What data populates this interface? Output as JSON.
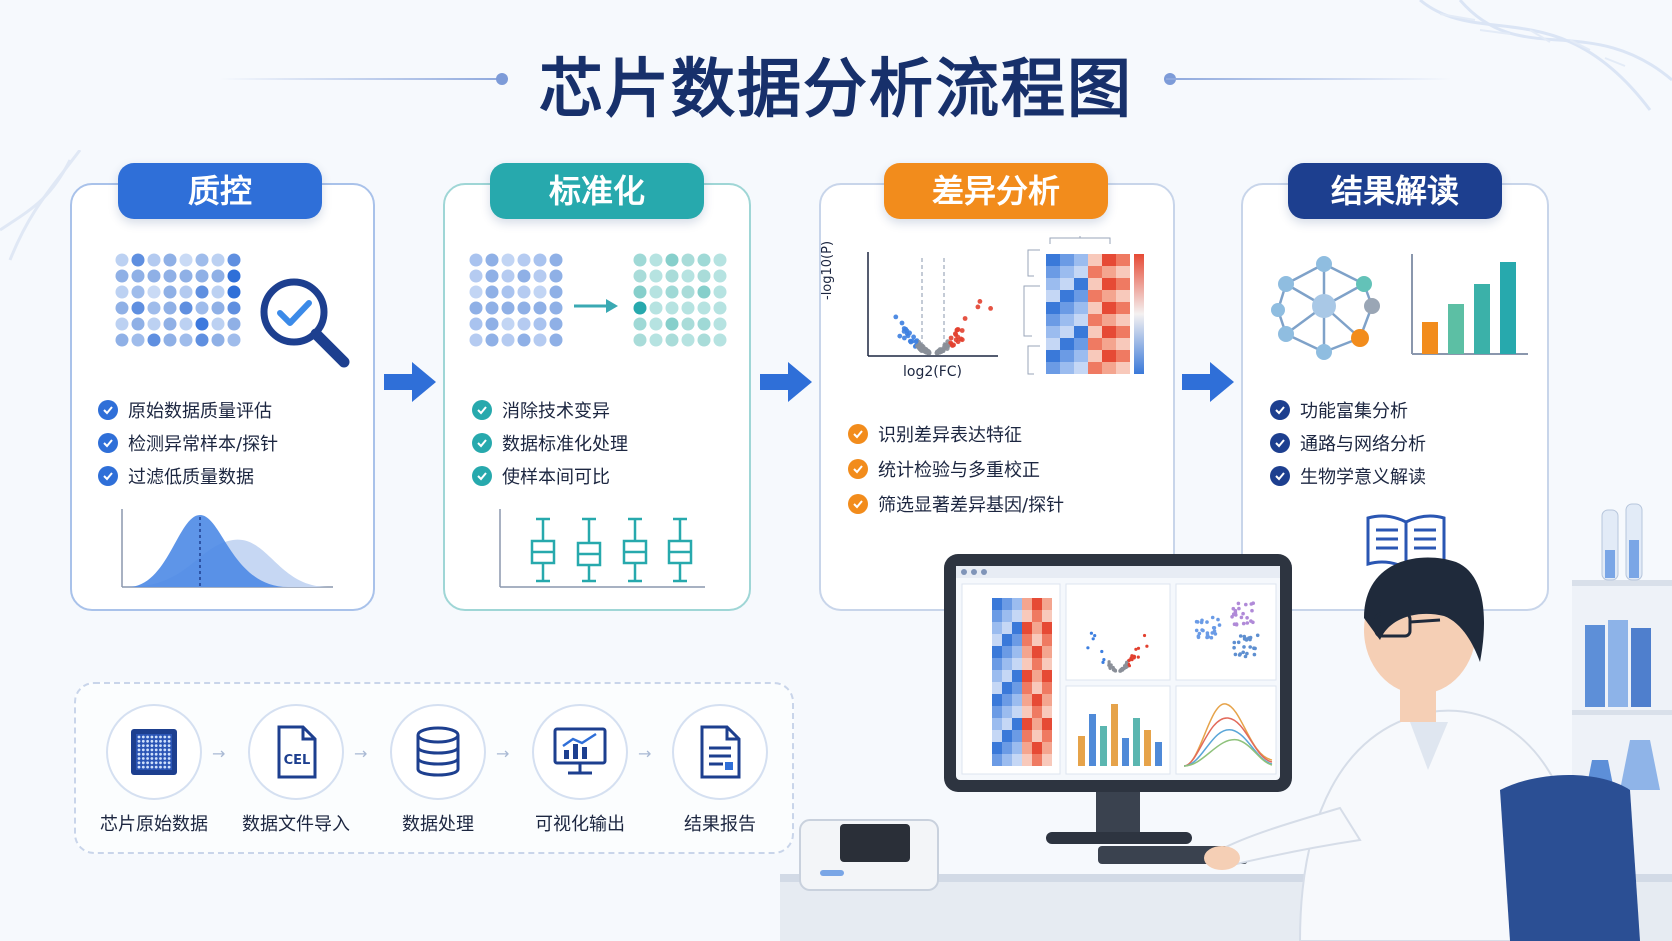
{
  "title": "芯片数据分析流程图",
  "colors": {
    "qc": "#2f6fd8",
    "normalize": "#27a9ad",
    "diff": "#f28c1c",
    "result": "#1d3f8f"
  },
  "stages": [
    {
      "title": "质控",
      "items": [
        "原始数据质量评估",
        "检测异常样本/探针",
        "过滤低质量数据"
      ],
      "icon": "magnifier-check-icon"
    },
    {
      "title": "标准化",
      "items": [
        "消除技术变异",
        "数据标准化处理",
        "使样本间可比"
      ],
      "icon": "normalize-arrow-icon"
    },
    {
      "title": "差异分析",
      "items": [
        "识别差异表达特征",
        "统计检验与多重校正",
        "筛选显著差异基因/探针"
      ],
      "volcano_ylabel": "-log10(P)",
      "volcano_xlabel": "log2(FC)"
    },
    {
      "title": "结果解读",
      "items": [
        "功能富集分析",
        "通路与网络分析",
        "生物学意义解读"
      ],
      "icon": "book-icon"
    }
  ],
  "pipeline": [
    {
      "label": "芯片原始数据",
      "icon": "microarray-chip-icon"
    },
    {
      "label": "数据文件导入",
      "icon": "cel-file-icon",
      "icon_text": "CEL"
    },
    {
      "label": "数据处理",
      "icon": "database-icon"
    },
    {
      "label": "可视化输出",
      "icon": "monitor-chart-icon"
    },
    {
      "label": "结果报告",
      "icon": "report-document-icon"
    }
  ]
}
